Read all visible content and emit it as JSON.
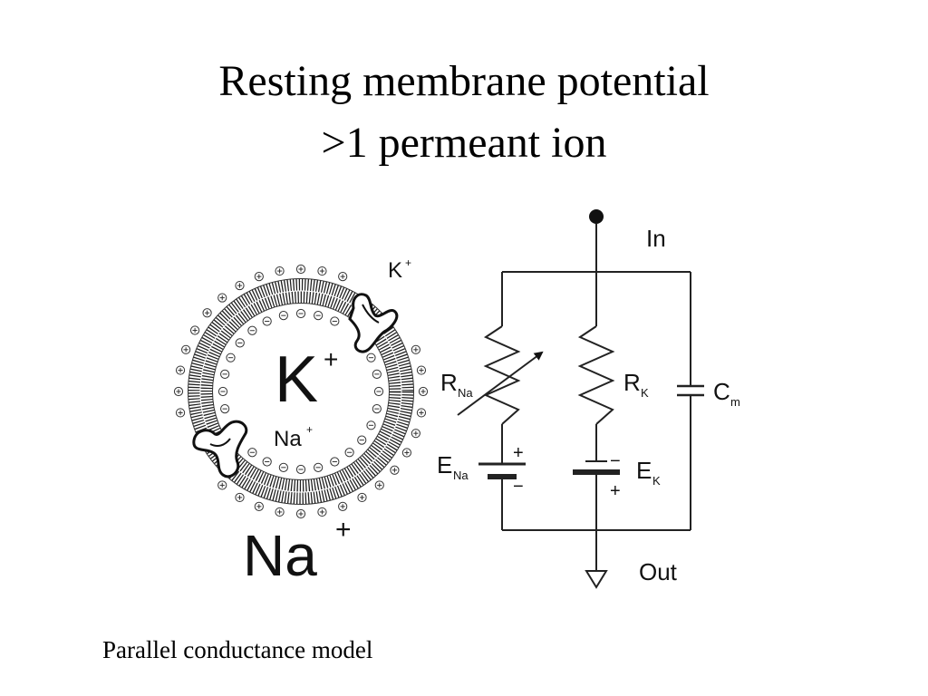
{
  "slide": {
    "title_line1": "Resting membrane potential",
    "title_line2": ">1 permeant ion",
    "caption": "Parallel conductance model"
  },
  "cell": {
    "inner_ion": "K",
    "inner_ion_sup": "+",
    "inner_na": "Na",
    "inner_na_sup": "+",
    "channel_ion": "K",
    "channel_ion_sup": "+",
    "outer_ion": "Na",
    "outer_ion_sup": "+",
    "inside_charge": "−",
    "outside_charge": "+"
  },
  "circuit": {
    "in_label": "In",
    "out_label": "Out",
    "rna_main": "R",
    "rna_sub": "Na",
    "rk_main": "R",
    "rk_sub": "K",
    "cm_main": "C",
    "cm_sub": "m",
    "ena_main": "E",
    "ena_sub": "Na",
    "ek_main": "E",
    "ek_sub": "K",
    "plus": "+",
    "minus": "−"
  },
  "colors": {
    "ink": "#111111",
    "stroke": "#222222",
    "background": "#ffffff"
  }
}
